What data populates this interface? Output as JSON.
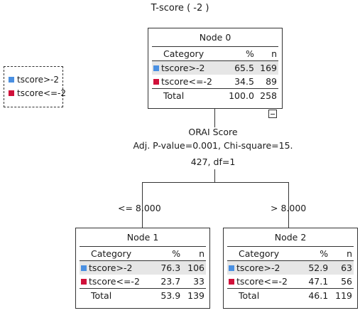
{
  "title": "T-score ( -2 )",
  "legend": [
    {
      "label": "tscore>-2",
      "color": "#4a90e2"
    },
    {
      "label": "tscore<=-2",
      "color": "#d0103a"
    }
  ],
  "headers": {
    "category": "Category",
    "pct": "%",
    "n": "n"
  },
  "nodes": [
    {
      "title": "Node 0",
      "rows": [
        {
          "category": "tscore>-2",
          "pct": "65.5",
          "n": "169"
        },
        {
          "category": "tscore<=-2",
          "pct": "34.5",
          "n": "89"
        }
      ],
      "total": {
        "label": "Total",
        "pct": "100.0",
        "n": "258"
      }
    },
    {
      "title": "Node 1",
      "rows": [
        {
          "category": "tscore>-2",
          "pct": "76.3",
          "n": "106"
        },
        {
          "category": "tscore<=-2",
          "pct": "23.7",
          "n": "33"
        }
      ],
      "total": {
        "label": "Total",
        "pct": "53.9",
        "n": "139"
      }
    },
    {
      "title": "Node 2",
      "rows": [
        {
          "category": "tscore>-2",
          "pct": "52.9",
          "n": "63"
        },
        {
          "category": "tscore<=-2",
          "pct": "47.1",
          "n": "56"
        }
      ],
      "total": {
        "label": "Total",
        "pct": "46.1",
        "n": "119"
      }
    }
  ],
  "split": {
    "variable": "ORAI Score",
    "stats_line1": "Adj. P-value=0.001, Chi-square=15.",
    "stats_line2": "427, df=1"
  },
  "branches": {
    "left": "<= 8.000",
    "right": "> 8.000"
  }
}
